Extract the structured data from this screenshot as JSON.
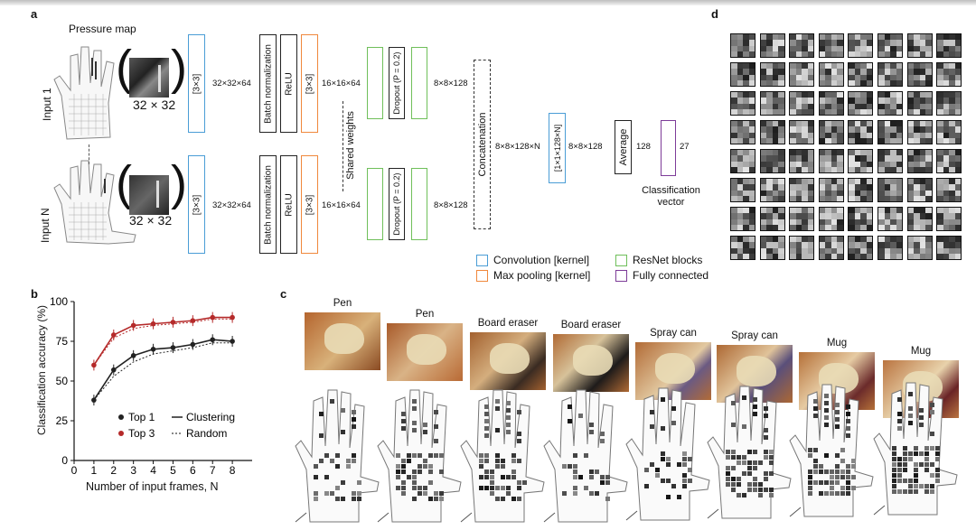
{
  "panel_labels": {
    "a": "a",
    "b": "b",
    "c": "c",
    "d": "d"
  },
  "panel_a": {
    "pressure_map": "Pressure map",
    "input1": "Input 1",
    "inputN": "Input N",
    "size_label": "32 × 32",
    "conv_kernel": "[3×3]",
    "dim1": "32×32×64",
    "batch_norm": "Batch normalization",
    "relu": "ReLU",
    "pool_kernel": "[3×3]",
    "dim2": "16×16×64",
    "shared_weights": "Shared weights",
    "dropout": "Dropout (P = 0.2)",
    "dim3": "8×8×128",
    "concatenation": "Concatenation",
    "dim4": "8×8×128×N",
    "conv_final": "[1×1×128×N]",
    "dim5": "8×8×128",
    "average": "Average",
    "dim6": "128",
    "dim7": "27",
    "classification_vector": "Classification vector",
    "legend": [
      {
        "label": "Convolution [kernel]",
        "color": "#4a9dd6"
      },
      {
        "label": "ResNet blocks",
        "color": "#6fbf5a"
      },
      {
        "label": "Max pooling [kernel]",
        "color": "#f0883c"
      },
      {
        "label": "Fully connected",
        "color": "#7d3c98"
      }
    ]
  },
  "panel_c": {
    "objects": [
      "Pen",
      "Pen",
      "Board eraser",
      "Board eraser",
      "Spray can",
      "Spray can",
      "Mug",
      "Mug"
    ]
  },
  "chart_data": {
    "type": "line",
    "xlabel": "Number of input frames, N",
    "ylabel": "Classification accuracy (%)",
    "xlim": [
      0,
      9
    ],
    "ylim": [
      0,
      100
    ],
    "x_ticks": [
      "0",
      "1",
      "2",
      "3",
      "4",
      "5",
      "6",
      "7",
      "8"
    ],
    "y_ticks": [
      "0",
      "25",
      "50",
      "75",
      "100"
    ],
    "x": [
      1,
      2,
      3,
      4,
      5,
      6,
      7,
      8
    ],
    "series": [
      {
        "name": "Top 1",
        "color": "#222222",
        "line": "Clustering",
        "values": [
          38,
          57,
          66,
          70,
          71,
          73,
          76,
          75
        ]
      },
      {
        "name": "Top 1",
        "color": "#222222",
        "line": "Random",
        "values": [
          38,
          53,
          62,
          67,
          69,
          71,
          74,
          74
        ]
      },
      {
        "name": "Top 3",
        "color": "#b52a2a",
        "line": "Clustering",
        "values": [
          60,
          79,
          85,
          86,
          87,
          88,
          90,
          90
        ]
      },
      {
        "name": "Top 3",
        "color": "#b52a2a",
        "line": "Random",
        "values": [
          60,
          77,
          83,
          85,
          86,
          87,
          89,
          89
        ]
      }
    ],
    "legend_markers": [
      "Top 1",
      "Top 3"
    ],
    "legend_lines": [
      "Clustering",
      "Random"
    ],
    "grid": false,
    "legend_position": "bottom-right"
  }
}
